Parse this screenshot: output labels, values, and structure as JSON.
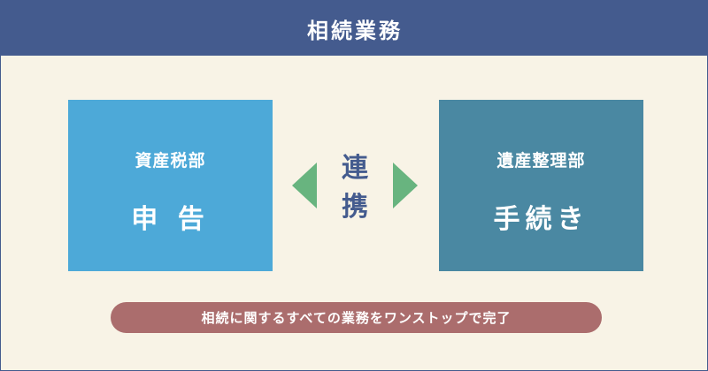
{
  "header": {
    "title": "相続業務"
  },
  "left_box": {
    "department": "資産税部",
    "process": "申 告"
  },
  "right_box": {
    "department": "遺産整理部",
    "process": "手続き"
  },
  "link": {
    "line1": "連",
    "line2": "携"
  },
  "footer": {
    "text": "相続に関するすべての業務をワンストップで完了"
  },
  "colors": {
    "header_bg": "#445b8e",
    "page_bg": "#f8f3e6",
    "left_box": "#4da9d8",
    "right_box": "#4a88a2",
    "arrow": "#68b47f",
    "pill": "#ab6d6d"
  }
}
